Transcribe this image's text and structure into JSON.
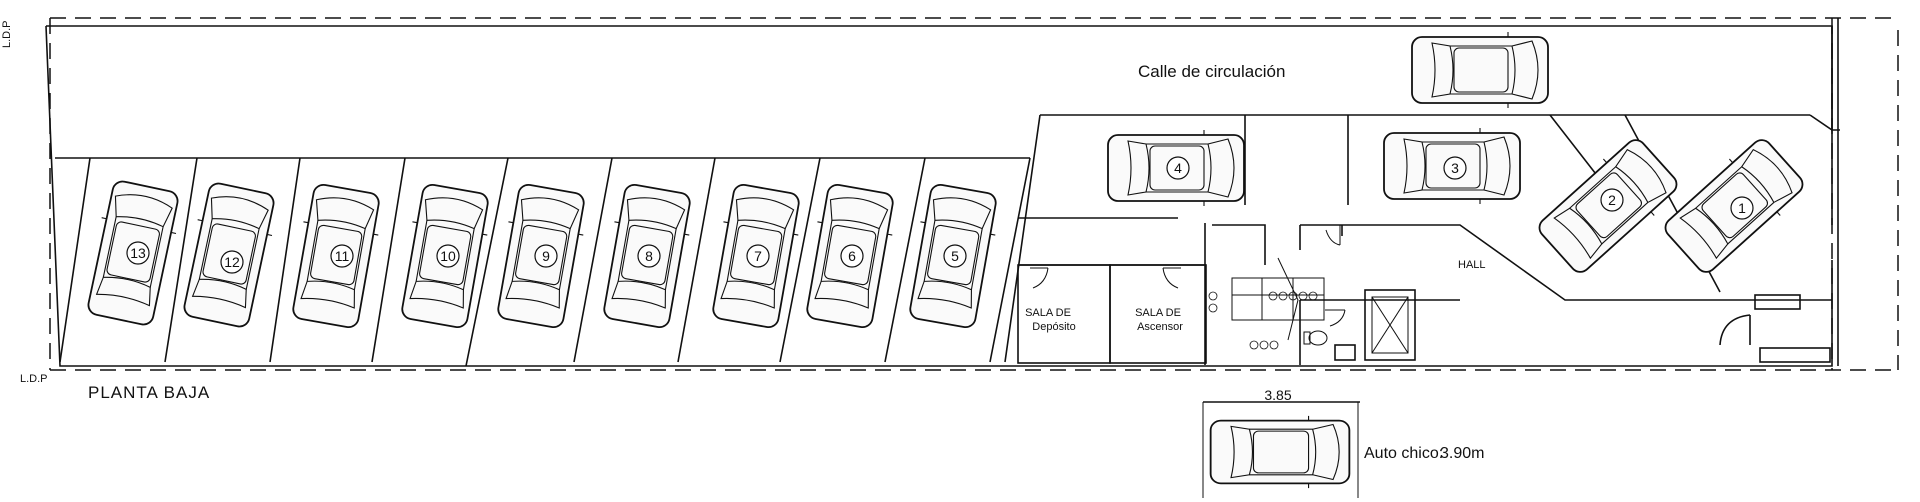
{
  "title": "PLANTA BAJA",
  "ldp_top": "L.D.P",
  "ldp_bottom": "L.D.P",
  "street_label": "Calle de circulación",
  "hall_label": "HALL",
  "rooms": [
    {
      "line1": "SALA DE",
      "line2": "Depósito"
    },
    {
      "line1": "SALA DE",
      "line2": "Ascensor"
    }
  ],
  "parking_numbers": [
    "13",
    "12",
    "11",
    "10",
    "9",
    "8",
    "7",
    "6",
    "5",
    "4",
    "3",
    "2",
    "1"
  ],
  "legend": {
    "dimension": "3.85",
    "label": "Auto chico:",
    "value": "3.90m"
  },
  "icons": [
    "car-icon",
    "stair-icon",
    "elevator-icon",
    "toilet-icon",
    "door-swing-icon"
  ]
}
